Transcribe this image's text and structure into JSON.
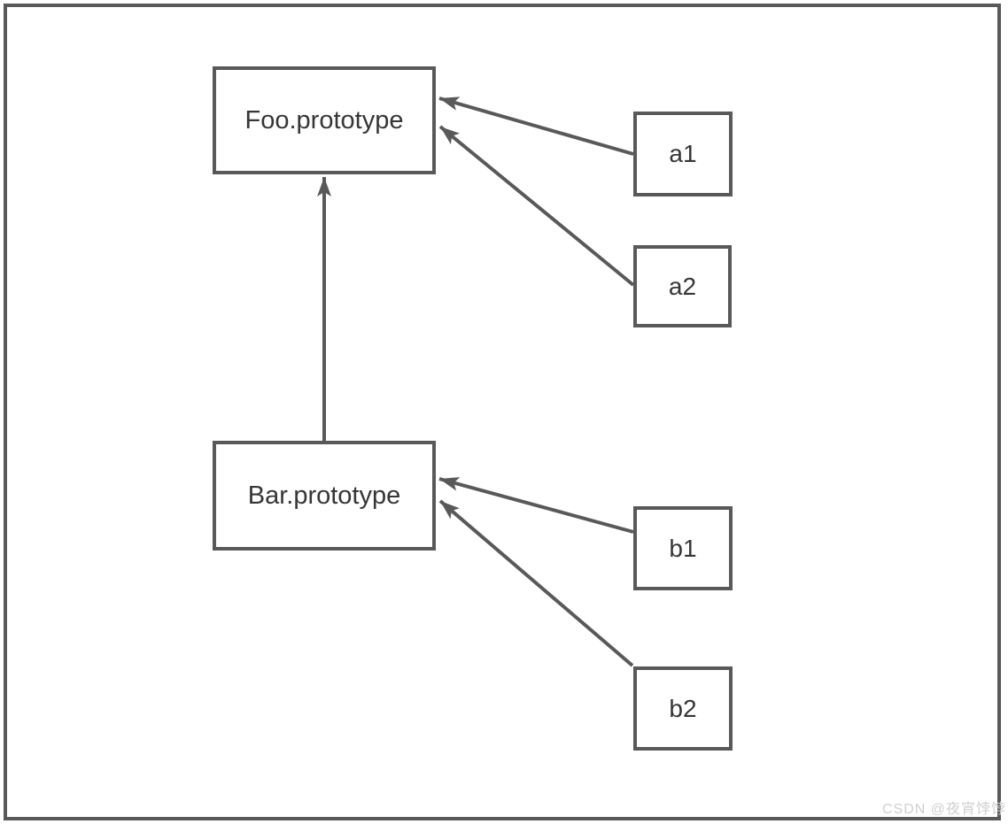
{
  "diagram": {
    "type": "prototype-chain-diagram",
    "nodes": {
      "foo": {
        "label": "Foo.prototype"
      },
      "bar": {
        "label": "Bar.prototype"
      },
      "a1": {
        "label": "a1"
      },
      "a2": {
        "label": "a2"
      },
      "b1": {
        "label": "b1"
      },
      "b2": {
        "label": "b2"
      }
    },
    "edges": [
      {
        "from": "a1",
        "to": "foo"
      },
      {
        "from": "a2",
        "to": "foo"
      },
      {
        "from": "b1",
        "to": "bar"
      },
      {
        "from": "b2",
        "to": "bar"
      },
      {
        "from": "bar",
        "to": "foo"
      }
    ],
    "colors": {
      "stroke": "#595959",
      "text": "#363636",
      "watermark": "#d0d0d0",
      "background": "#ffffff"
    }
  },
  "watermark": {
    "text": "CSDN @夜宵饽饽"
  }
}
